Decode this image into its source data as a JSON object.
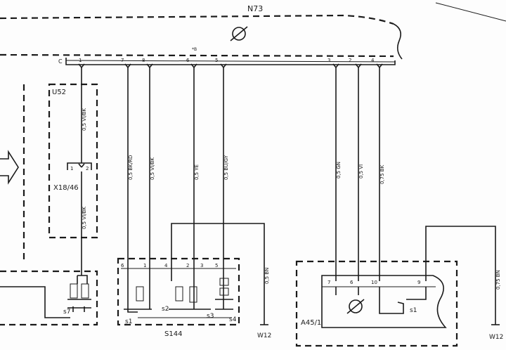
{
  "modules": {
    "n73": "N73",
    "u52": "U52",
    "x18": "X18/46",
    "s144": "S144",
    "a45": "A45/1"
  },
  "connector": {
    "name": "C",
    "pins": [
      "1",
      "7",
      "8",
      "6",
      "5",
      "3",
      "2",
      "4"
    ],
    "star": "*B"
  },
  "x18_pins": [
    "1",
    "2"
  ],
  "wires": {
    "w1a": "0,5 VI/BK",
    "w1b": "0,5 VI/BK",
    "w7": "0,5 BK/RD",
    "w8": "0,5 VI/BK",
    "w6": "0,5 YE",
    "w5": "0,5 BU/GY",
    "w3": "0,5 GN",
    "w2": "0,5 VI",
    "w4": "0,75 BK",
    "wg1": "0,5 BN",
    "wg2": "0,75 BN"
  },
  "s144_pins": [
    "6",
    "1",
    "4",
    "2",
    "3",
    "5"
  ],
  "a45_pins": [
    "7",
    "6",
    "10",
    "9"
  ],
  "switches": [
    "s1",
    "s2",
    "s3",
    "s4",
    "s7",
    "s1"
  ],
  "grounds": [
    "W12",
    "W12"
  ]
}
